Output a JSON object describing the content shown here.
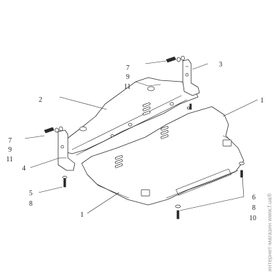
{
  "callouts": {
    "c1_top": "1",
    "c1_bottom": "1",
    "c2": "2",
    "c3": "3",
    "c4": "4",
    "c7_top": "7",
    "c9_top": "9",
    "c11_top": "11",
    "c7_left": "7",
    "c9_left": "9",
    "c11_left": "11",
    "c5": "5",
    "c8_left": "8",
    "c6": "6",
    "c8_right": "8",
    "c10": "10"
  },
  "watermark": "интернет-магазин www.f.ua®"
}
